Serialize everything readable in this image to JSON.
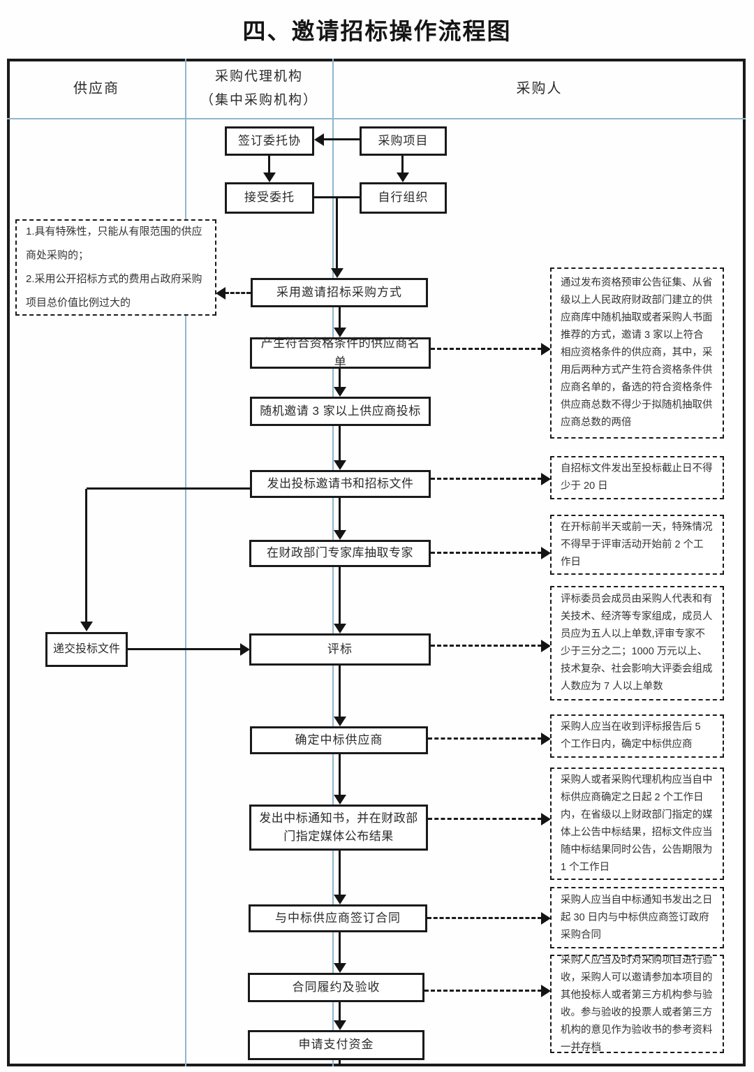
{
  "title": "四、邀请招标操作流程图",
  "columns": {
    "supplier": "供应商",
    "agency": "采购代理机构",
    "agency_sub": "（集中采购机构）",
    "purchaser": "采购人"
  },
  "nodes": {
    "sign_agreement": "签订委托协",
    "procurement_project": "采购项目",
    "accept_entrustment": "接受委托",
    "self_organize": "自行组织",
    "adopt_method": "采用邀请招标采购方式",
    "generate_list": "产生符合资格条件的供应商名单",
    "random_invite": "随机邀请 3 家以上供应商投标",
    "issue_invitation": "发出投标邀请书和招标文件",
    "draw_experts": "在财政部门专家库抽取专家",
    "evaluate": "评标",
    "determine_winner": "确定中标供应商",
    "issue_notice": "发出中标通知书，并在财政部门指定媒体公布结果",
    "sign_contract": "与中标供应商签订合同",
    "perform_contract": "合同履约及验收",
    "request_payment": "申请支付资金",
    "submit_documents": "递交投标文件"
  },
  "annotations": {
    "left_conditions": "1.具有特殊性，只能从有限范围的供应商处采购的；\n2.采用公开招标方式的费用占政府采购项目总价值比例过大的",
    "right": [
      "通过发布资格预审公告征集、从省级以上人民政府财政部门建立的供应商库中随机抽取或者采购人书面推荐的方式，邀请 3 家以上符合相应资格条件的供应商，其中，采用后两种方式产生符合资格条件供应商名单的，备选的符合资格条件供应商总数不得少于拟随机抽取供应商总数的两倍",
      "自招标文件发出至投标截止日不得少于 20 日",
      "在开标前半天或前一天，特殊情况不得早于评审活动开始前 2 个工作日",
      "评标委员会成员由采购人代表和有关技术、经济等专家组成，成员人员应为五人以上单数,评审专家不少于三分之二；1000 万元以上、技术复杂、社会影响大评委会组成人数应为 7 人以上单数",
      "采购人应当在收到评标报告后 5 个工作日内，确定中标供应商",
      "采购人或者采购代理机构应当自中标供应商确定之日起 2 个工作日内，在省级以上财政部门指定的媒体上公告中标结果，招标文件应当随中标结果同时公告，公告期限为 1 个工作日",
      "采购人应当自中标通知书发出之日起 30 日内与中标供应商签订政府采购合同",
      "采购人应当及时对采购项目进行验收，采购人可以邀请参加本项目的其他投标人或者第三方机构参与验收。参与验收的投票人或者第三方机构的意见作为验收书的参考资料一并存档"
    ]
  }
}
